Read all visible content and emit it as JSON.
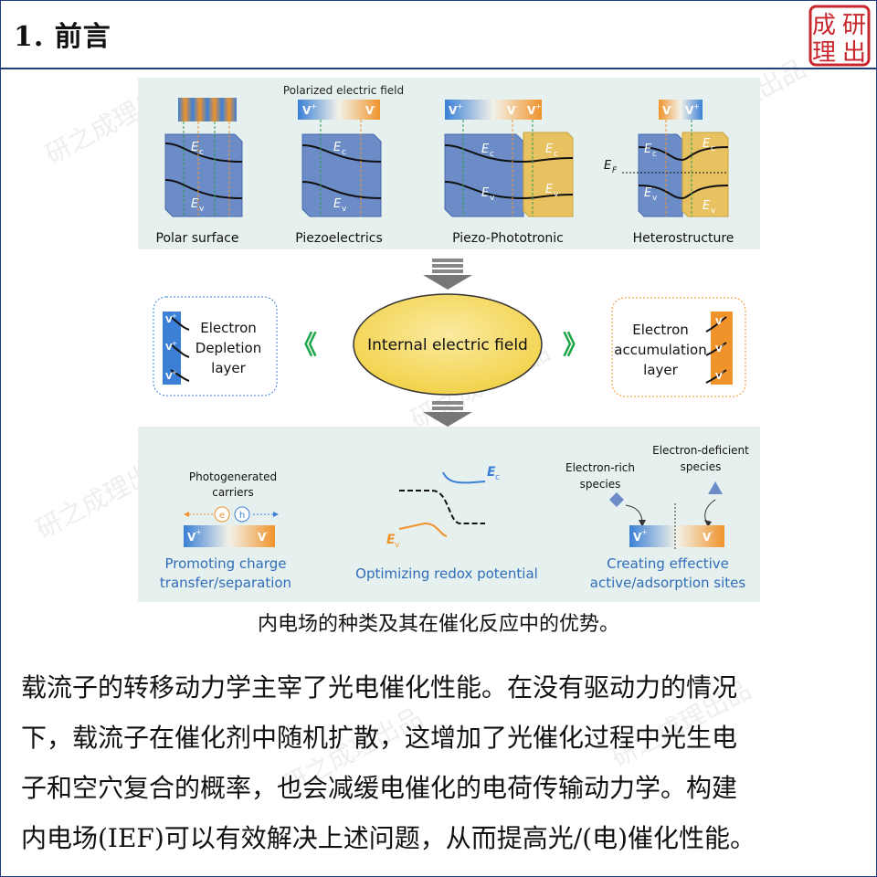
{
  "header": {
    "title": "1. 前言",
    "logo_chars": [
      "成",
      "研",
      "理",
      "出"
    ]
  },
  "watermark": "研之成理出品",
  "figure": {
    "top_panel": {
      "top_label": "Polarized electric field",
      "labels": [
        "Polar surface",
        "Piezoelectrics",
        "Piezo-Phototronic",
        "Heterostructure"
      ],
      "Ec": "E",
      "Ev": "E",
      "sub_c": "c",
      "sub_v": "v",
      "EF": "E",
      "sub_F": "F",
      "Vplus": "V",
      "Vminus": "V",
      "plus": "+",
      "minus": "-"
    },
    "middle_panel": {
      "center": "Internal electric field",
      "left_box": [
        "Electron",
        "Depletion",
        "layer"
      ],
      "right_box": [
        "Electron",
        "accumulation",
        "layer"
      ],
      "left_chevron": "《",
      "right_chevron": "》"
    },
    "bottom_panel": {
      "carriers": [
        "Photogenerated",
        "carriers"
      ],
      "e_label": "e",
      "h_label": "h",
      "left_caption": [
        "Promoting charge",
        "transfer/separation"
      ],
      "mid_caption": "Optimizing redox potential",
      "right_caption": [
        "Creating effective",
        "active/adsorption sites"
      ],
      "rich": [
        "Electron-rich",
        "species"
      ],
      "deficient": [
        "Electron-deficient",
        "species"
      ]
    },
    "colors": {
      "blue": "#3b7fd6",
      "orange": "#f0932b",
      "slab_blue": "#6b8cc6",
      "slab_yellow": "#e8c260",
      "green": "#1fa64a",
      "panel_bg": "#e6f1ef"
    }
  },
  "caption": "内电场的种类及其在催化反应中的优势。",
  "paragraph": [
    "载流子的转移动力学主宰了光电催化性能。在没有驱动力的情况",
    "下，载流子在催化剂中随机扩散，这增加了光催化过程中光生电",
    "子和空穴复合的概率，也会减缓电催化的电荷传输动力学。构建",
    "内电场(IEF)可以有效解决上述问题，从而提高光/(电)催化性能。"
  ]
}
